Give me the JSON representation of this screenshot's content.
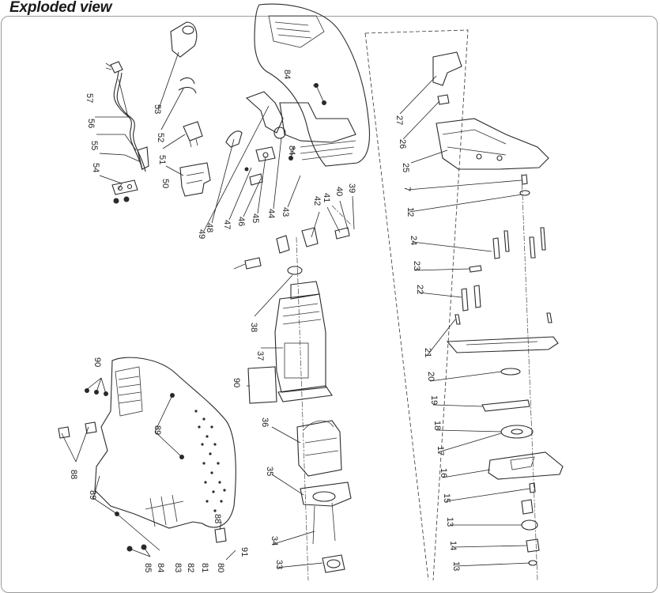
{
  "header": {
    "title": "Exploded view"
  },
  "callouts": [
    "57",
    "56",
    "55",
    "54",
    "53",
    "52",
    "51",
    "50",
    "49",
    "48",
    "47",
    "46",
    "45",
    "44",
    "43",
    "42",
    "41",
    "40",
    "39",
    "84",
    "38",
    "37",
    "36",
    "35",
    "34",
    "33",
    "90",
    "27",
    "26",
    "25",
    "7",
    "12",
    "24",
    "23",
    "22",
    "21",
    "20",
    "19",
    "18",
    "17",
    "16",
    "15",
    "13",
    "14",
    "89",
    "88",
    "85",
    "83",
    "82",
    "81",
    "80",
    "91"
  ]
}
